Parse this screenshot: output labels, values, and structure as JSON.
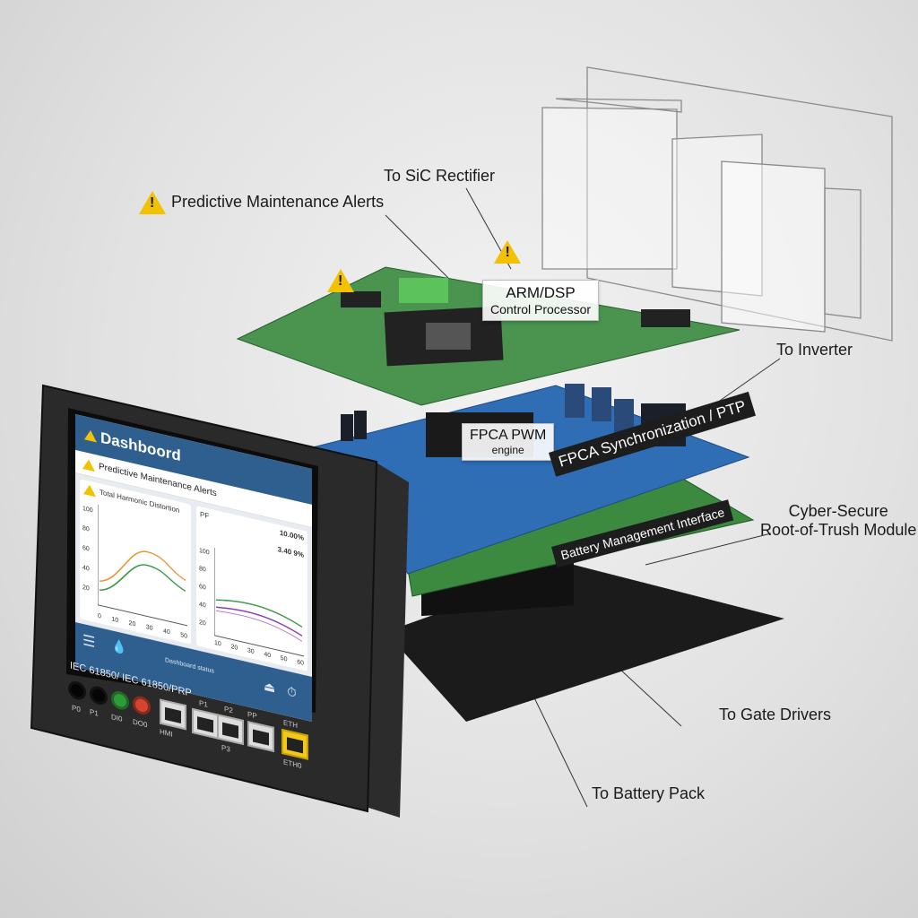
{
  "callouts": {
    "sic_rectifier": "To SiC Rectifier",
    "predictive_alerts": "Predictive Maintenance Alerts",
    "arm_dsp_line1": "ARM/DSP",
    "arm_dsp_line2": "Control Processor",
    "inverter": "To Inverter",
    "fpga_pwm_line1": "FPCA PWM",
    "fpga_pwm_line2": "engine",
    "fpga_sync": "FPCA Synchronization / PTP",
    "battery_mgmt": "Battery Management Interface",
    "root_of_trust_line1": "Cyber-Secure",
    "root_of_trust_line2": "Root-of-Trush Module",
    "gate_drivers": "To Gate Drivers",
    "battery_pack": "To Battery Pack"
  },
  "dashboard": {
    "title": "Dashboord",
    "subtitle": "Predictive Maintenance Alerts",
    "card1": {
      "title": "Total Harmonic Distortion",
      "yticks": [
        "100",
        "80",
        "60",
        "40",
        "20"
      ],
      "xticks": [
        "0",
        "10",
        "20",
        "30",
        "40",
        "50"
      ]
    },
    "card2": {
      "title": "PF",
      "value1": "10.00%",
      "value2": "3.40 9%",
      "yticks": [
        "100",
        "80",
        "60",
        "40",
        "20"
      ],
      "xticks": [
        "10",
        "20",
        "30",
        "40",
        "50",
        "60"
      ]
    },
    "footer_text": "Dashboard status"
  },
  "device": {
    "standard_label": "IEC 61850/ IEC 61850/PRP",
    "port_labels": [
      "P0",
      "P1",
      "DI0",
      "DO0",
      "HMI",
      "P1",
      "P2",
      "P3",
      "PP",
      "ETH",
      "ETH0"
    ]
  },
  "colors": {
    "accent": "#2f5f8f",
    "warning": "#f2c200",
    "board_green": "#3f8a45",
    "board_blue": "#2f6db5"
  }
}
